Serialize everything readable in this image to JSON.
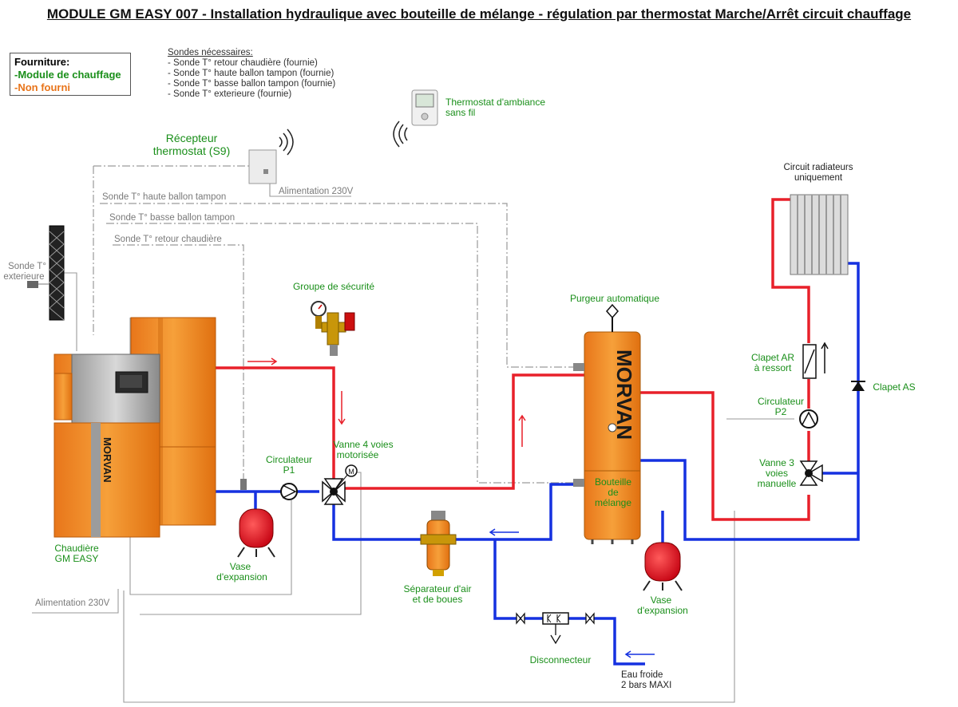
{
  "title": "MODULE GM EASY 007 - Installation hydraulique avec bouteille de mélange - régulation par thermostat Marche/Arrêt circuit chauffage",
  "supply": {
    "heading": "Fourniture:",
    "module": "-Module de chauffage",
    "not_supplied": "-Non fourni"
  },
  "sensors": {
    "heading": "Sondes nécessaires:",
    "items": [
      "- Sonde T° retour chaudière (fournie)",
      "- Sonde T° haute ballon tampon (fournie)",
      "- Sonde T° basse  ballon tampon (fournie)",
      "- Sonde T° exterieure (fournie)"
    ]
  },
  "labels": {
    "thermostat_line1": "Thermostat d'ambiance",
    "thermostat_line2": "sans fil",
    "receiver_line1": "Récepteur",
    "receiver_line2": "thermostat (S9)",
    "power_top": "Alimentation 230V",
    "power_bottom": "Alimentation 230V",
    "sensor_high": "Sonde T° haute ballon tampon",
    "sensor_low": "Sonde T° basse  ballon tampon",
    "sensor_return": "Sonde T° retour chaudière",
    "sensor_ext_line1": "Sonde T°",
    "sensor_ext_line2": "exterieure",
    "safety_group": "Groupe de sécurité",
    "auto_purge": "Purgeur automatique",
    "radiators_line1": "Circuit radiateurs",
    "radiators_line2": "uniquement",
    "check_ar_line1": "Clapet AR",
    "check_ar_line2": "à ressort",
    "check_as": "Clapet AS",
    "circ_p2_line1": "Circulateur",
    "circ_p2_line2": "P2",
    "valve3_line1": "Vanne 3",
    "valve3_line2": "voies",
    "valve3_line3": "manuelle",
    "circ_p1_line1": "Circulateur",
    "circ_p1_line2": "P1",
    "valve4_line1": "Vanne 4 voies",
    "valve4_line2": "motorisée",
    "bottle_line1": "Bouteille",
    "bottle_line2": "de",
    "bottle_line3": "mélange",
    "boiler_line1": "Chaudière",
    "boiler_line2": "GM EASY",
    "exp1_line1": "Vase",
    "exp1_line2": "d'expansion",
    "exp2_line1": "Vase",
    "exp2_line2": "d'expansion",
    "separator_line1": "Séparateur d'air",
    "separator_line2": "et de boues",
    "disconnector": "Disconnecteur",
    "cold_line1": "Eau froide",
    "cold_line2": "2 bars MAXI"
  },
  "brand": "MORVAN",
  "colors": {
    "hot": "#e8202a",
    "cold": "#1531e0",
    "boiler_orange": "#f08a1c",
    "sensor_line": "#9a9a9a",
    "label_green": "#1a8f1a"
  }
}
